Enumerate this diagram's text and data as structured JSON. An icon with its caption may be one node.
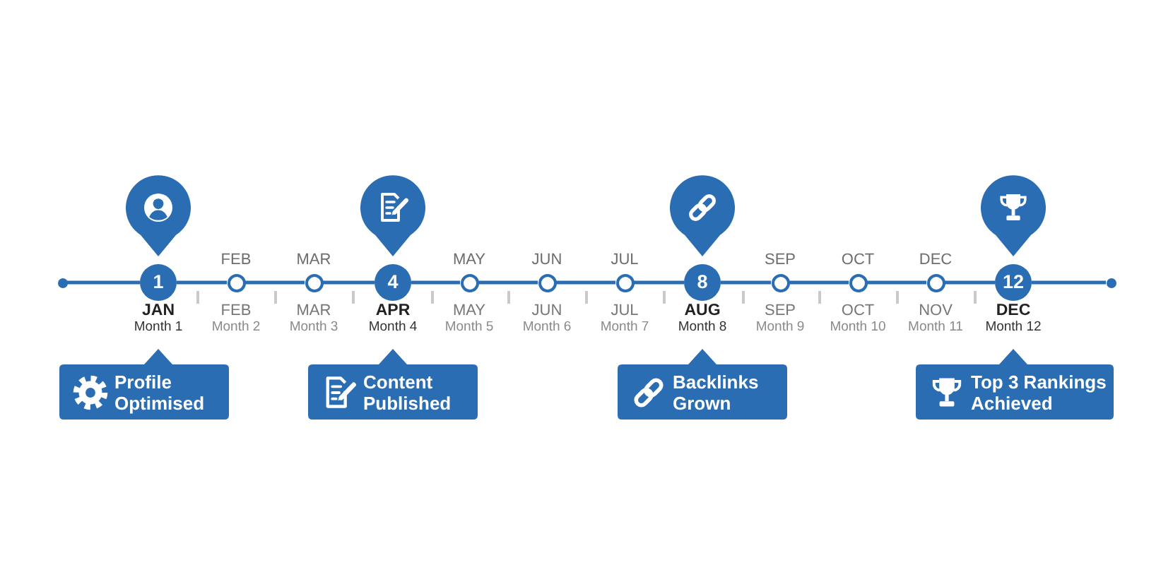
{
  "diagram": {
    "nodes": [
      {
        "text": [],
        "shape": "dot"
      },
      {
        "text": [
          "1"
        ],
        "beside": [
          "JAN",
          "Month 1"
        ]
      },
      {
        "text": [],
        "shape": "circle",
        "beside": [
          "FEB",
          "FEB",
          "Month 2"
        ]
      },
      {
        "text": [],
        "shape": "circle",
        "beside": [
          "MAR",
          "MAR",
          "Month 3"
        ]
      },
      {
        "text": [
          "4"
        ],
        "beside": [
          "APR",
          "Month 4"
        ]
      },
      {
        "text": [],
        "shape": "circle",
        "beside": [
          "MAY",
          "MAY",
          "Month 5"
        ]
      },
      {
        "text": [],
        "shape": "circle",
        "beside": [
          "JUN",
          "JUN",
          "Month 6"
        ]
      },
      {
        "text": [],
        "shape": "circle",
        "beside": [
          "JUL",
          "JUL",
          "Month 7"
        ]
      },
      {
        "text": [
          "8"
        ],
        "beside": [
          "AUG",
          "Month 8"
        ]
      },
      {
        "text": [],
        "shape": "circle",
        "beside": [
          "SEP",
          "SEP",
          "Month 9"
        ]
      },
      {
        "text": [],
        "shape": "circle",
        "beside": [
          "OCT",
          "OCT",
          "Month 10"
        ]
      },
      {
        "text": [],
        "shape": "circle",
        "beside": [
          "DEC",
          "NOV",
          "Month 11"
        ]
      },
      {
        "text": [
          "12"
        ],
        "beside": [
          "DEC",
          "Month 12"
        ]
      },
      {
        "text": [],
        "shape": "dot"
      },
      {
        "text": [
          "Profile Optimised"
        ]
      },
      {
        "text": [
          "Content Published"
        ]
      },
      {
        "text": [
          "Backlinks Grown"
        ]
      },
      {
        "text": [
          "Top 3 Rankings Achieved"
        ]
      }
    ],
    "edges": [
      {
        "from": 0,
        "to": 1,
        "arrow": "none"
      },
      {
        "from": 1,
        "to": 2,
        "arrow": "none"
      },
      {
        "from": 2,
        "to": 3,
        "arrow": "none"
      },
      {
        "from": 3,
        "to": 4,
        "arrow": "none"
      },
      {
        "from": 4,
        "to": 5,
        "arrow": "none"
      },
      {
        "from": 5,
        "to": 6,
        "arrow": "none"
      },
      {
        "from": 6,
        "to": 7,
        "arrow": "none"
      },
      {
        "from": 7,
        "to": 8,
        "arrow": "none"
      },
      {
        "from": 8,
        "to": 9,
        "arrow": "none"
      },
      {
        "from": 9,
        "to": 10,
        "arrow": "none"
      },
      {
        "from": 10,
        "to": 11,
        "arrow": "none"
      },
      {
        "from": 11,
        "to": 12,
        "arrow": "none"
      },
      {
        "from": 12,
        "to": 13,
        "arrow": "none"
      }
    ]
  }
}
